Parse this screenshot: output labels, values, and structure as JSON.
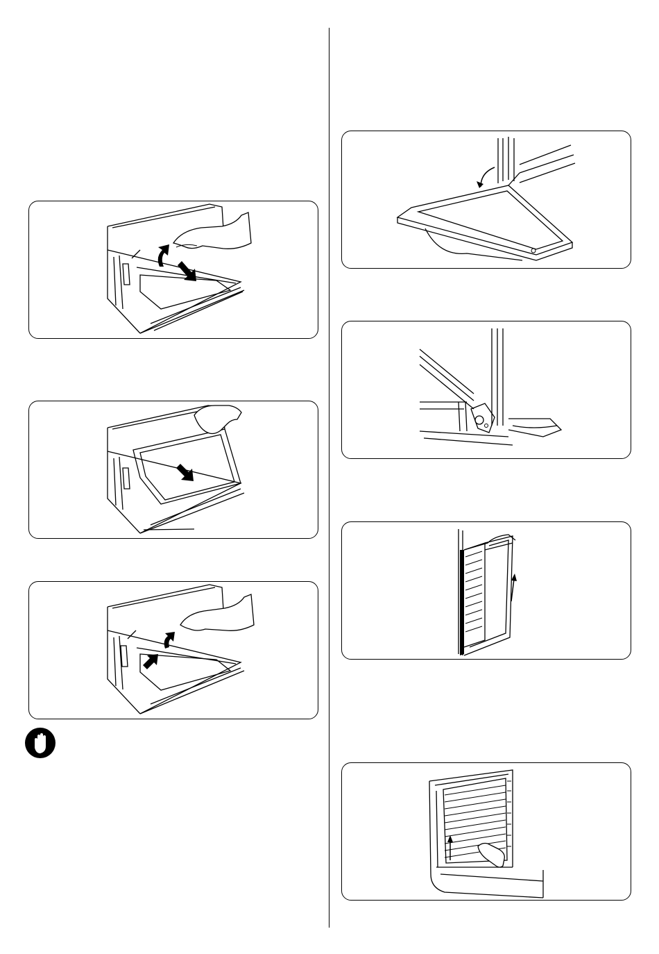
{
  "page": {
    "left_column": {
      "figures": [
        {
          "illustration": "door-glass-lift-and-slide"
        },
        {
          "illustration": "door-glass-slide-out"
        },
        {
          "illustration": "door-glass-reinsert"
        }
      ],
      "warning_icon": "hand-stop-icon"
    },
    "right_column": {
      "figures": [
        {
          "illustration": "oven-door-open-flat"
        },
        {
          "illustration": "door-hinge-detail"
        },
        {
          "illustration": "door-lift-off"
        },
        {
          "illustration": "side-rack-removal"
        }
      ]
    }
  }
}
